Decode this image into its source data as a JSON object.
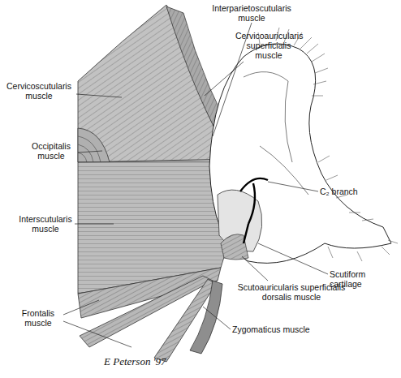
{
  "diagram": {
    "labels": [
      "Interparietoscutularis muscle",
      "Cervicoauricularis superficialis muscle",
      "Cervicoscutularis muscle",
      "Occipitalis muscle",
      "C₂ branch",
      "Interscutularis muscle",
      "Scutiform cartilage",
      "Scutoauricularis superficialis dorsalis muscle",
      "Frontalis muscle",
      "Zygomaticus muscle",
      "E Peterson '97"
    ]
  }
}
